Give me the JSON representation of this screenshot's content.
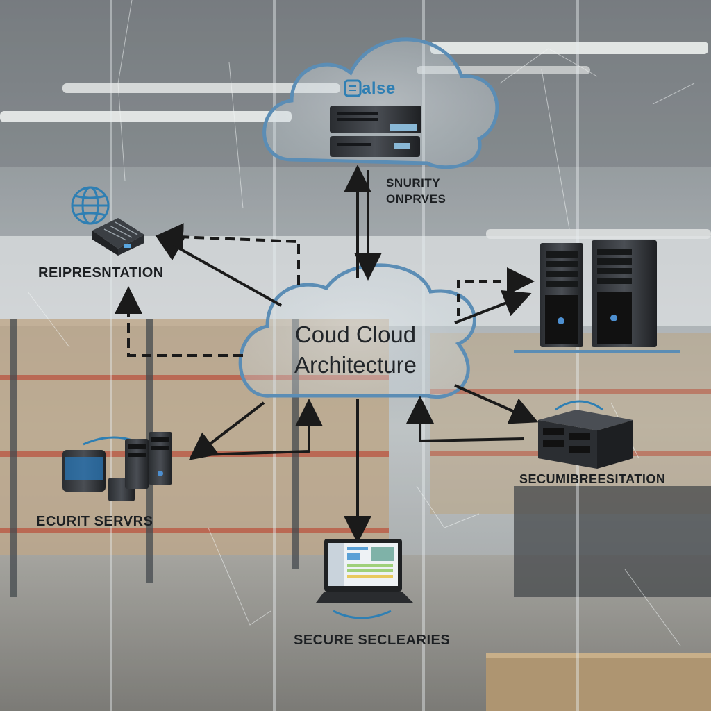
{
  "diagram": {
    "center_title_line1": "Coud Cloud",
    "center_title_line2": "Architecture",
    "top_cloud_brand": "alse",
    "labels": {
      "top_connector": [
        "SNURITY",
        "ONPRVES"
      ],
      "upper_left": "REIPRESNTATION",
      "lower_left": "ECURIT SERVRS",
      "lower_right": "SECUMIBREESITATION",
      "bottom": "SECURE SECLEARIES"
    }
  },
  "colors": {
    "cloud_stroke": "#5b8db5",
    "arrow": "#1a1a1a",
    "accent": "#2f7fb3",
    "label_text": "#1c1f22"
  },
  "icons": [
    "globe-icon",
    "network-device-icon",
    "server-rack-icon",
    "tower-server-icon",
    "storage-box-icon",
    "laptop-icon",
    "sync-arrow-icon"
  ]
}
